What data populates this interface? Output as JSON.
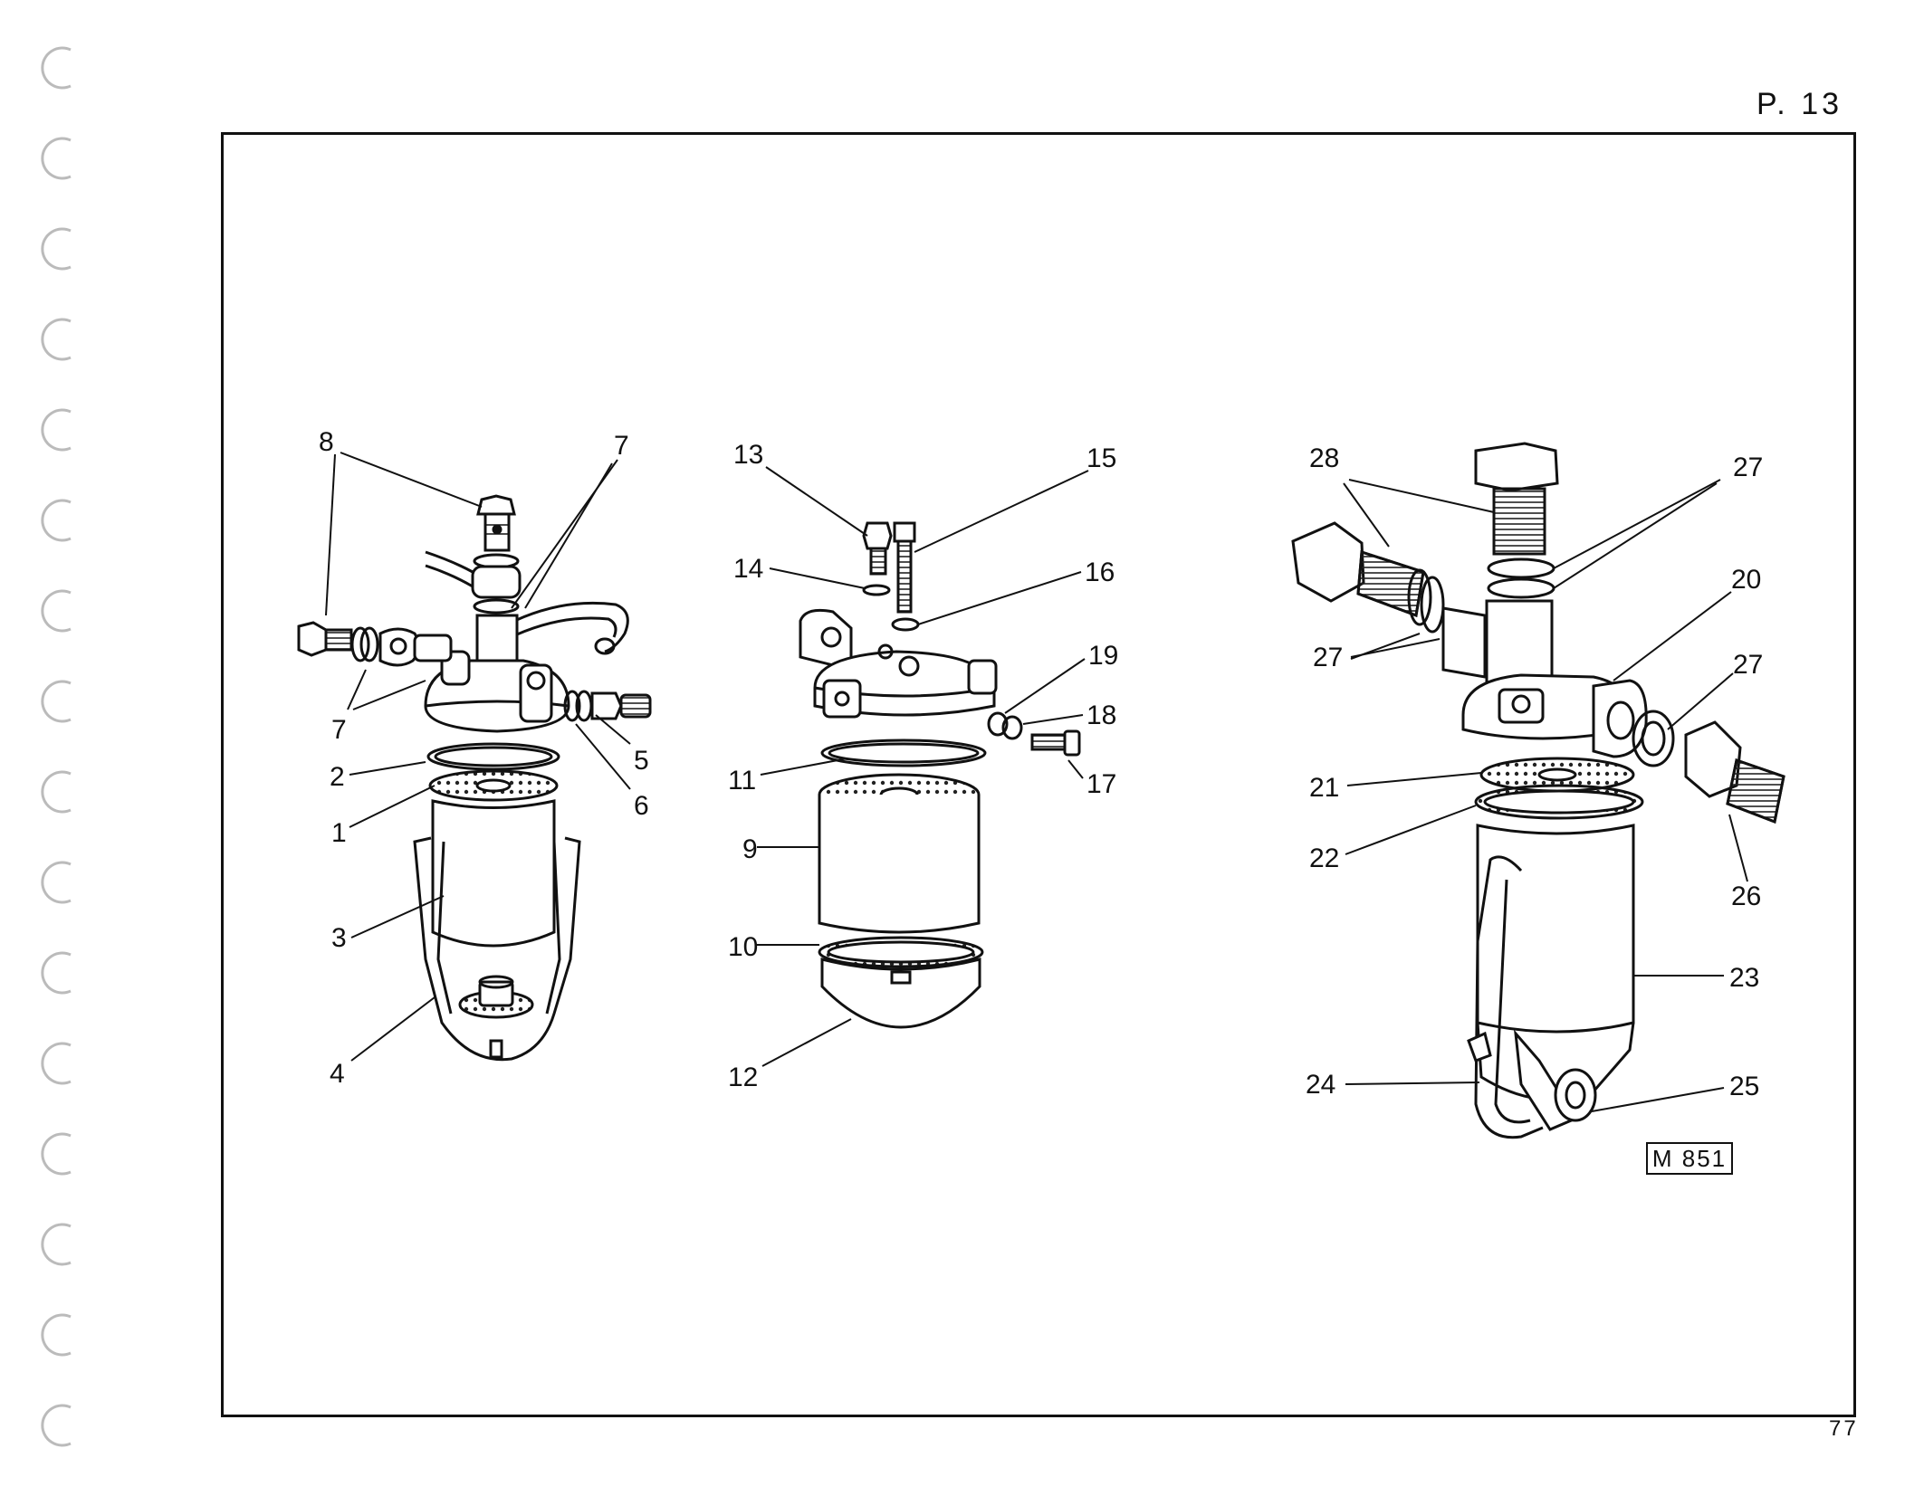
{
  "page_id": "P. 13",
  "page_number": "77",
  "drawing_ref": "M 851",
  "callouts": {
    "c1": "1",
    "c2": "2",
    "c3": "3",
    "c4": "4",
    "c5": "5",
    "c6": "6",
    "c7a": "7",
    "c7b": "7",
    "c8": "8",
    "c9": "9",
    "c10": "10",
    "c11": "11",
    "c12": "12",
    "c13": "13",
    "c14": "14",
    "c15": "15",
    "c16": "16",
    "c17": "17",
    "c18": "18",
    "c19": "19",
    "c20": "20",
    "c21": "21",
    "c22": "22",
    "c23": "23",
    "c24": "24",
    "c25": "25",
    "c26": "26",
    "c27a": "27",
    "c27b": "27",
    "c27c": "27",
    "c28": "28"
  }
}
